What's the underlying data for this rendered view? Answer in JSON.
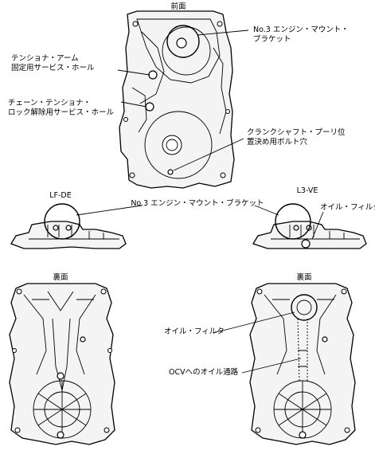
{
  "labels": {
    "front": "前面",
    "no3_bracket_top": "No.3 エンジン・マウント・ブラケット",
    "tensioner_arm_hole": "テンショナ・アーム固定用サービス・ホール",
    "chain_tensioner_hole": "チェーン・テンショナ・ロック解除用サービス・ホール",
    "crank_pulley_hole": "クランクシャフト・プーリ位置決め用ボルト穴",
    "lf_de": "LF-DE",
    "l3_ve": "L3-VE",
    "no3_bracket_mid": "No.3 エンジン・マウント・ブラケット",
    "oil_filter_mid": "オイル・フィルタ",
    "rear_left": "裏面",
    "rear_right": "裏面",
    "oil_filter_bottom": "オイル・フィルタ",
    "ocv_oil_passage": "OCVへのオイル通路"
  },
  "text_lines": {
    "no3_bracket_top": [
      "No.3 エンジン・マウント・",
      "ブラケット"
    ],
    "tensioner_arm_hole": [
      "テンショナ・アーム",
      "固定用サービス・ホール"
    ],
    "chain_tensioner_hole": [
      "チェーン・テンショナ・",
      "ロック解除用サービス・ホール"
    ],
    "crank_pulley_hole": [
      "クランクシャフト・プーリ位",
      "置決め用ボルト穴"
    ]
  }
}
